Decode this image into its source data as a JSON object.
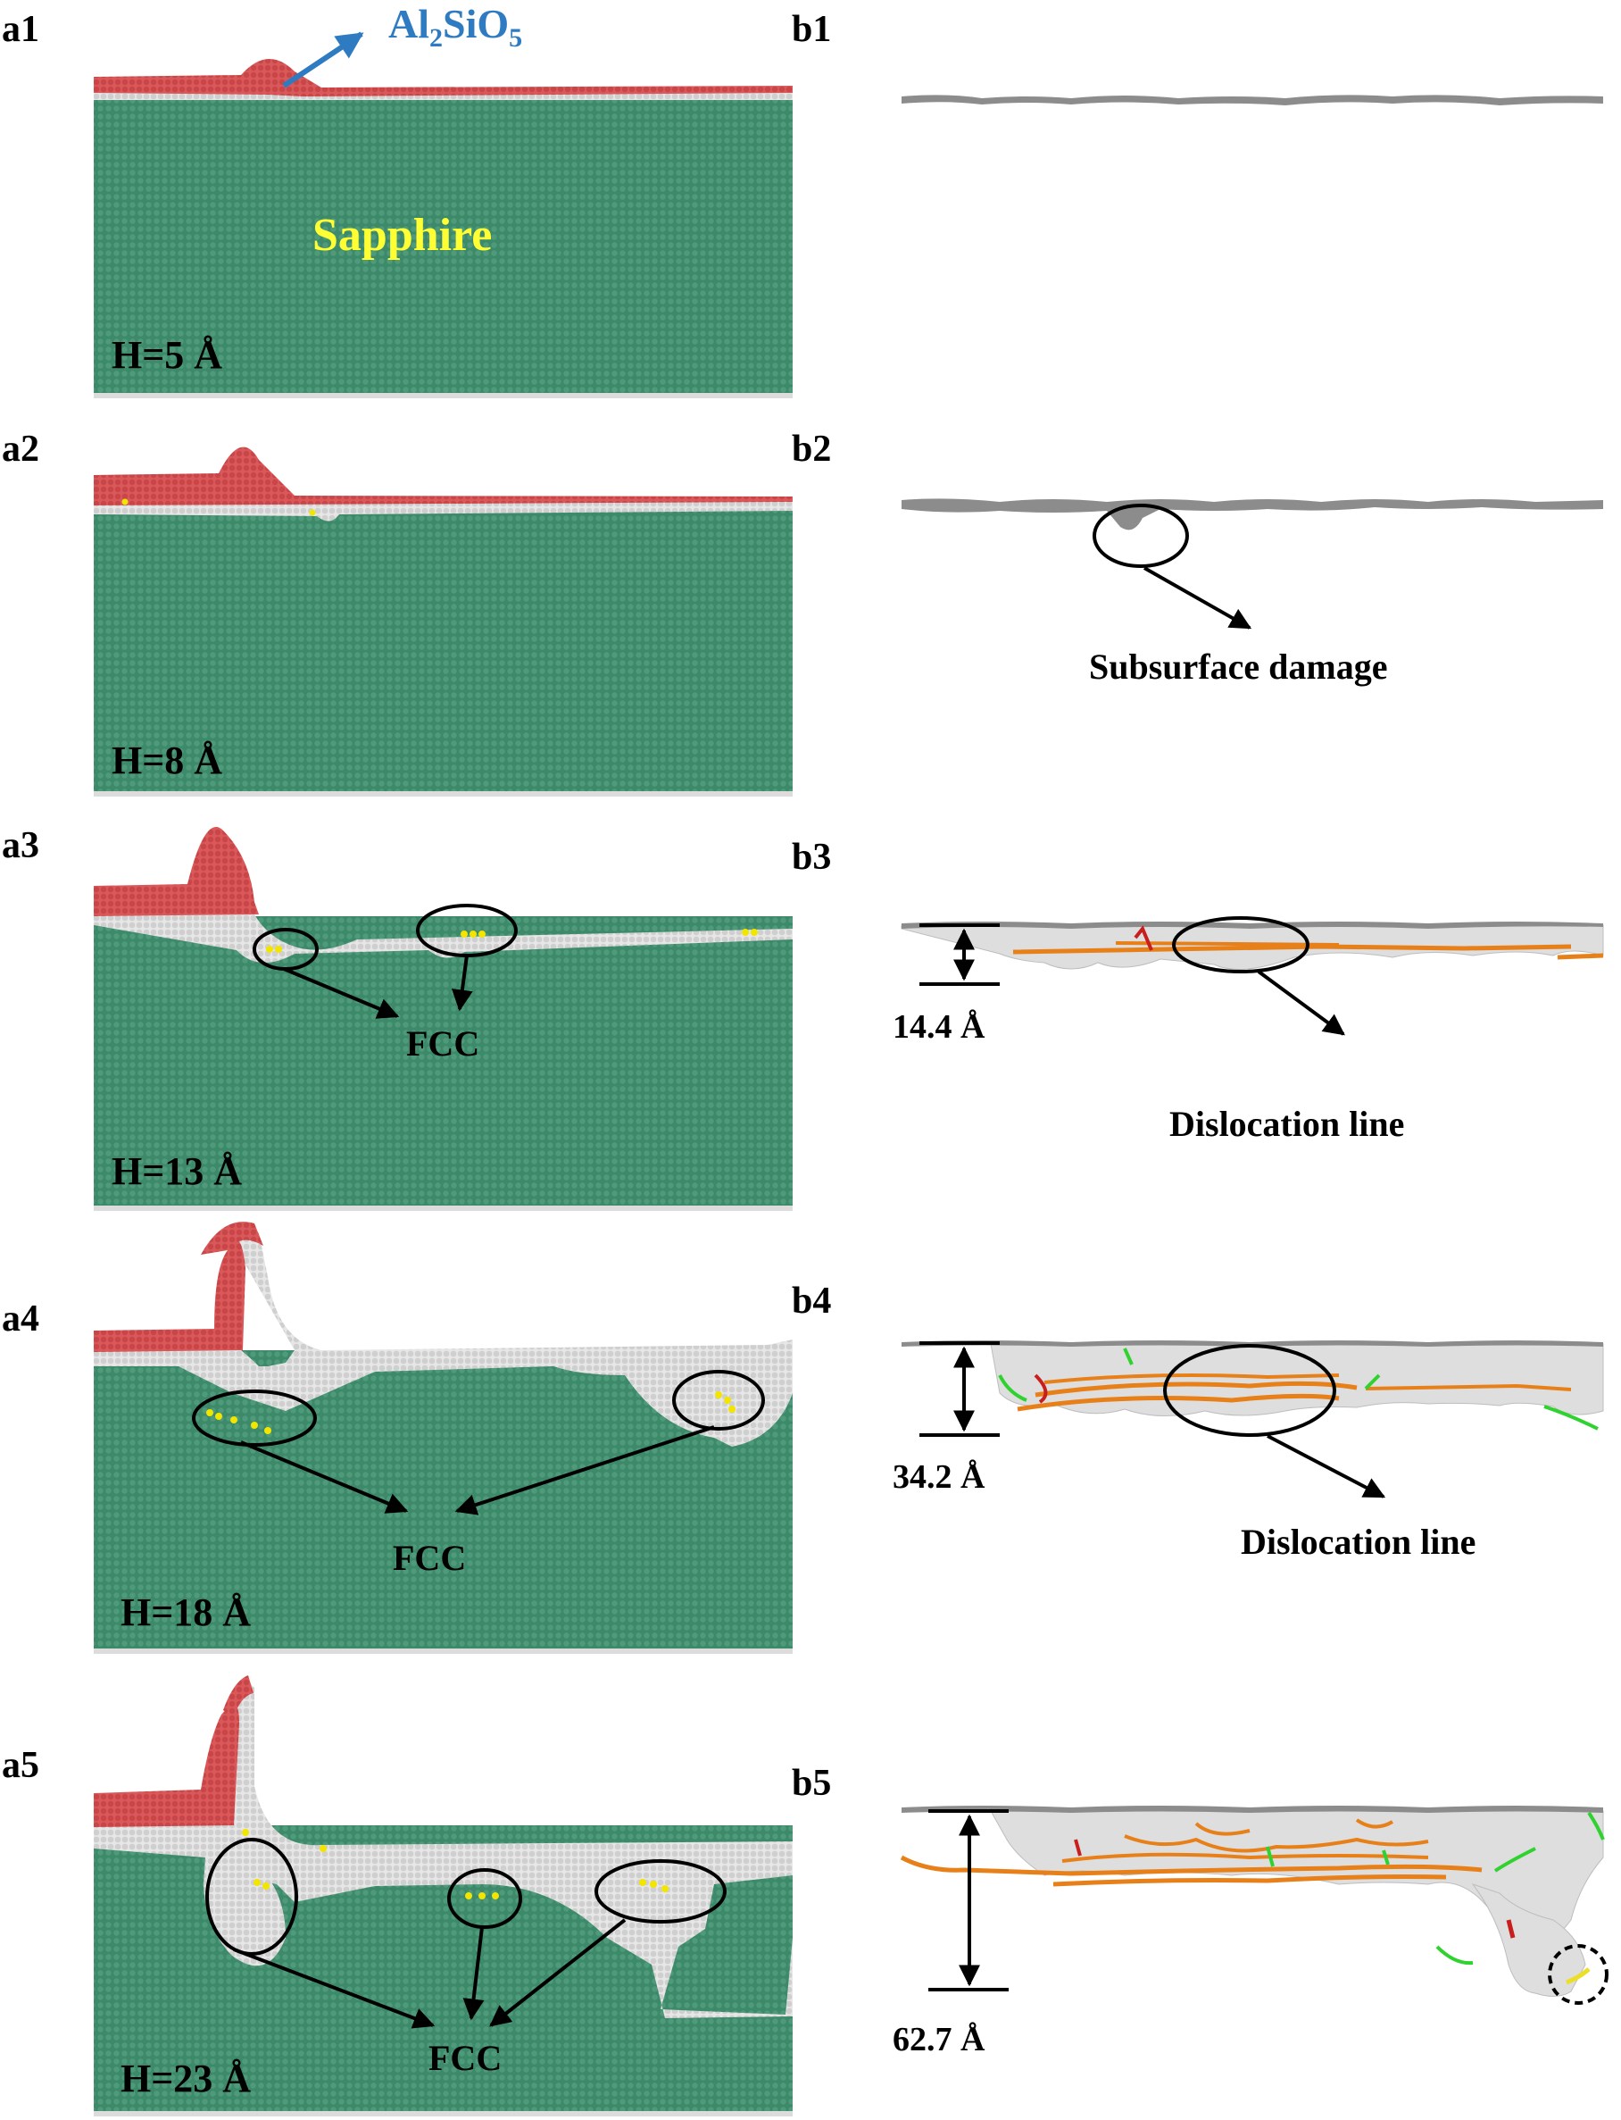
{
  "colors": {
    "sapphire": "#3d8a6a",
    "sapphire_dot": "#4e9a7a",
    "al2sio5": "#d9595b",
    "amorphous": "#dcdcdc",
    "fcc": "#f2e500",
    "surface": "#8c8c8c",
    "dislocation_orange": "#e8801a",
    "dislocation_green": "#2fd22f",
    "dislocation_red": "#c81e1e",
    "dislocation_yellow": "#ecdf27",
    "label_yellow": "#ffff33",
    "label_blue": "#2f7bc2",
    "black": "#000000"
  },
  "panels_a": [
    {
      "id": "a1",
      "depth_label": "H=5 Å"
    },
    {
      "id": "a2",
      "depth_label": "H=8 Å"
    },
    {
      "id": "a3",
      "depth_label": "H=13 Å",
      "fcc_label": "FCC"
    },
    {
      "id": "a4",
      "depth_label": "H=18 Å",
      "fcc_label": "FCC"
    },
    {
      "id": "a5",
      "depth_label": "H=23 Å",
      "fcc_label": "FCC"
    }
  ],
  "panels_b": [
    {
      "id": "b1"
    },
    {
      "id": "b2",
      "annotation": "Subsurface damage"
    },
    {
      "id": "b3",
      "annotation": "Dislocation line",
      "depth": "14.4 Å"
    },
    {
      "id": "b4",
      "annotation": "Dislocation line",
      "depth": "34.2 Å"
    },
    {
      "id": "b5",
      "depth": "62.7 Å"
    }
  ],
  "labels": {
    "al2sio5_main": "Al",
    "al2sio5_sub1": "2",
    "al2sio5_mid": "SiO",
    "al2sio5_sub2": "5",
    "sapphire": "Sapphire"
  }
}
